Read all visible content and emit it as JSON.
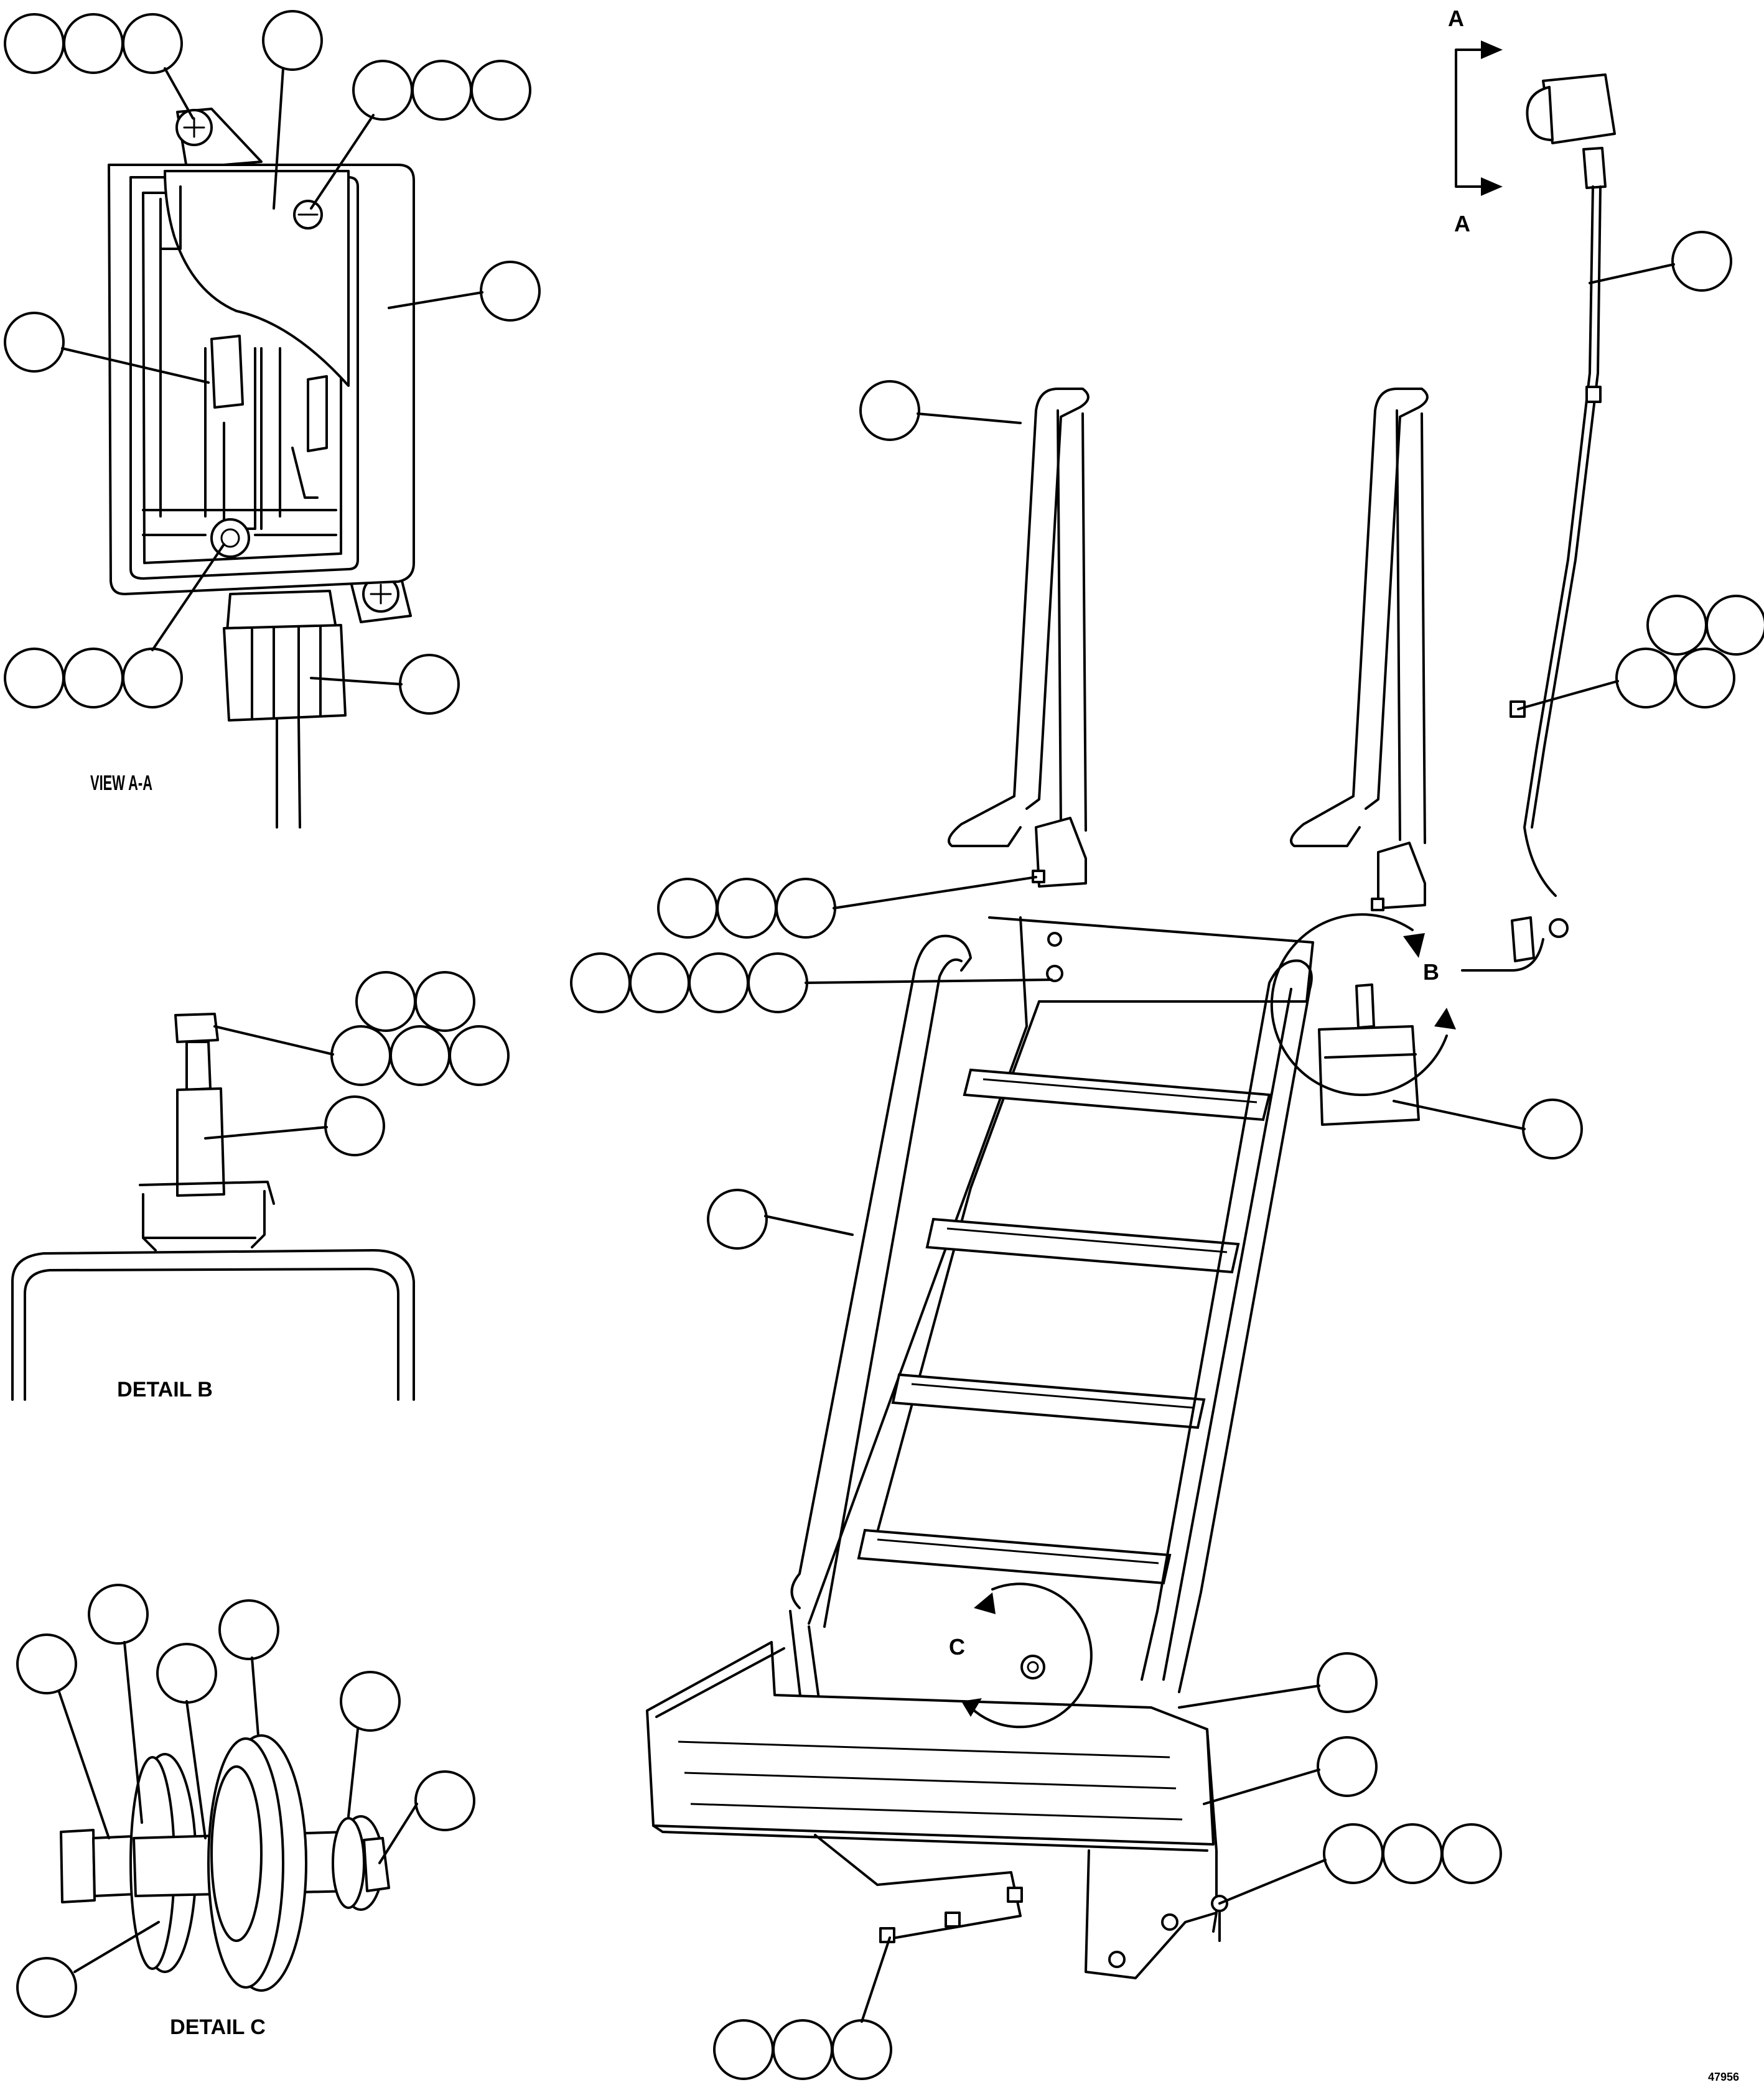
{
  "labels": {
    "section_a_top": "A",
    "section_a_bottom": "A",
    "detail_b_marker": "B",
    "detail_c_marker": "C",
    "view_a": "VIEW A-A",
    "detail_b": "DETAIL B",
    "detail_c": "DETAIL C",
    "drawing_number": "47956"
  }
}
